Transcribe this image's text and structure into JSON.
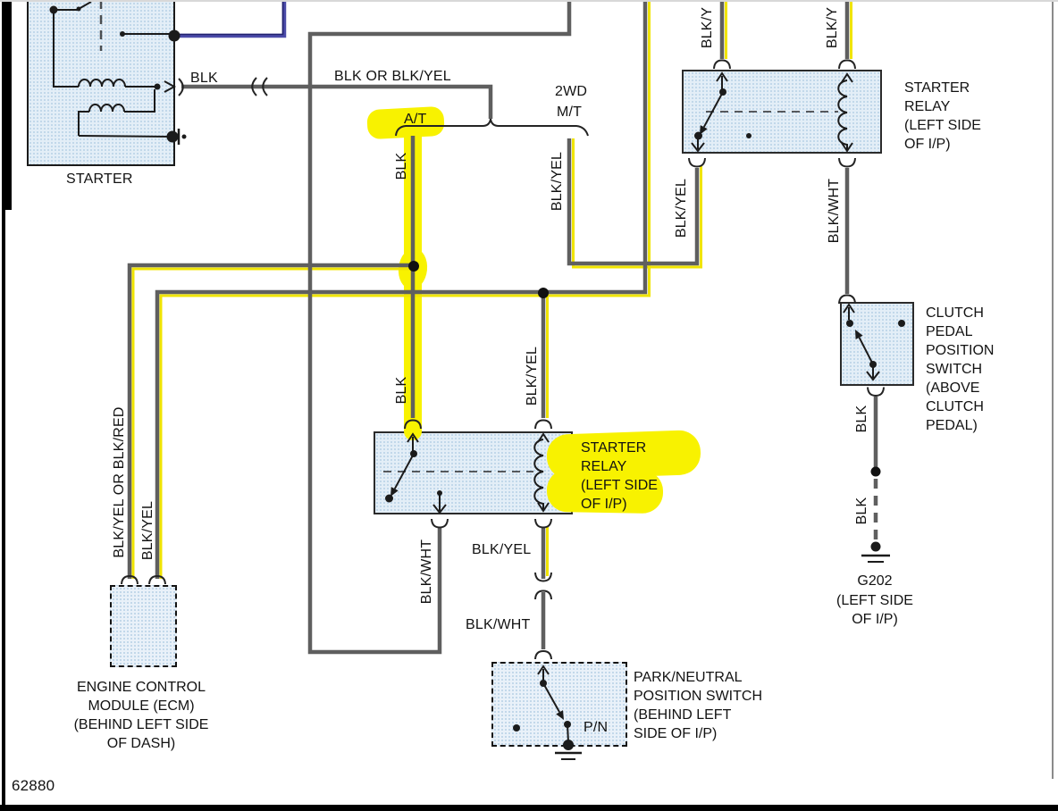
{
  "figure_number": "62880",
  "colors": {
    "highlight": "#f8f200",
    "wire_gray": "#5f5f5f",
    "stripe_yellow": "#f0e400",
    "blue_wire": "#4747a8",
    "box_fill": "#e3eef7",
    "text": "#121212"
  },
  "components": {
    "starter": {
      "label": "STARTER"
    },
    "starter_relay_upper": {
      "label_lines": [
        "STARTER",
        "RELAY",
        "(LEFT SIDE",
        "OF I/P)"
      ]
    },
    "starter_relay_center": {
      "label_lines": [
        "STARTER",
        "RELAY",
        "(LEFT SIDE",
        "OF I/P)"
      ],
      "highlighted": true
    },
    "clutch_pedal_position_switch": {
      "label_lines": [
        "CLUTCH",
        "PEDAL",
        "POSITION",
        "SWITCH",
        "(ABOVE",
        "CLUTCH",
        "PEDAL)"
      ]
    },
    "engine_control_module": {
      "label_lines": [
        "ENGINE CONTROL",
        "MODULE (ECM)",
        "(BEHIND LEFT SIDE",
        "OF DASH)"
      ]
    },
    "park_neutral_position_switch": {
      "label_lines": [
        "PARK/NEUTRAL",
        "POSITION SWITCH",
        "(BEHIND LEFT",
        "SIDE OF I/P)"
      ],
      "contact_label": "P/N"
    },
    "ground_g202": {
      "label_lines": [
        "G202",
        "(LEFT SIDE",
        "OF I/P)"
      ]
    }
  },
  "wire_labels": {
    "starter_output": "BLK",
    "starter_feed": "BLK OR BLK/YEL",
    "branch_at": "A/T",
    "branch_2wd": "2WD",
    "branch_mt": "M/T",
    "at_wire_upper": "BLK",
    "at_wire_lower": "BLK",
    "mt_wire": "BLK/YEL",
    "relay_upper_in_left": "BLK/Y",
    "relay_upper_in_right": "BLK/Y",
    "relay_upper_out_left": "BLK/YEL",
    "relay_upper_out_right": "BLK/WHT",
    "clutch_wire_upper": "BLK",
    "clutch_wire_lower": "BLK",
    "ecm_wire_left": "BLK/YEL OR BLK/RED",
    "ecm_wire_right": "BLK/YEL",
    "relay_center_coil_in": "BLK/YEL",
    "relay_center_out_mid": "BLK/WHT",
    "relay_center_out_right": "BLK/YEL",
    "pn_switch_in": "BLK/WHT"
  }
}
